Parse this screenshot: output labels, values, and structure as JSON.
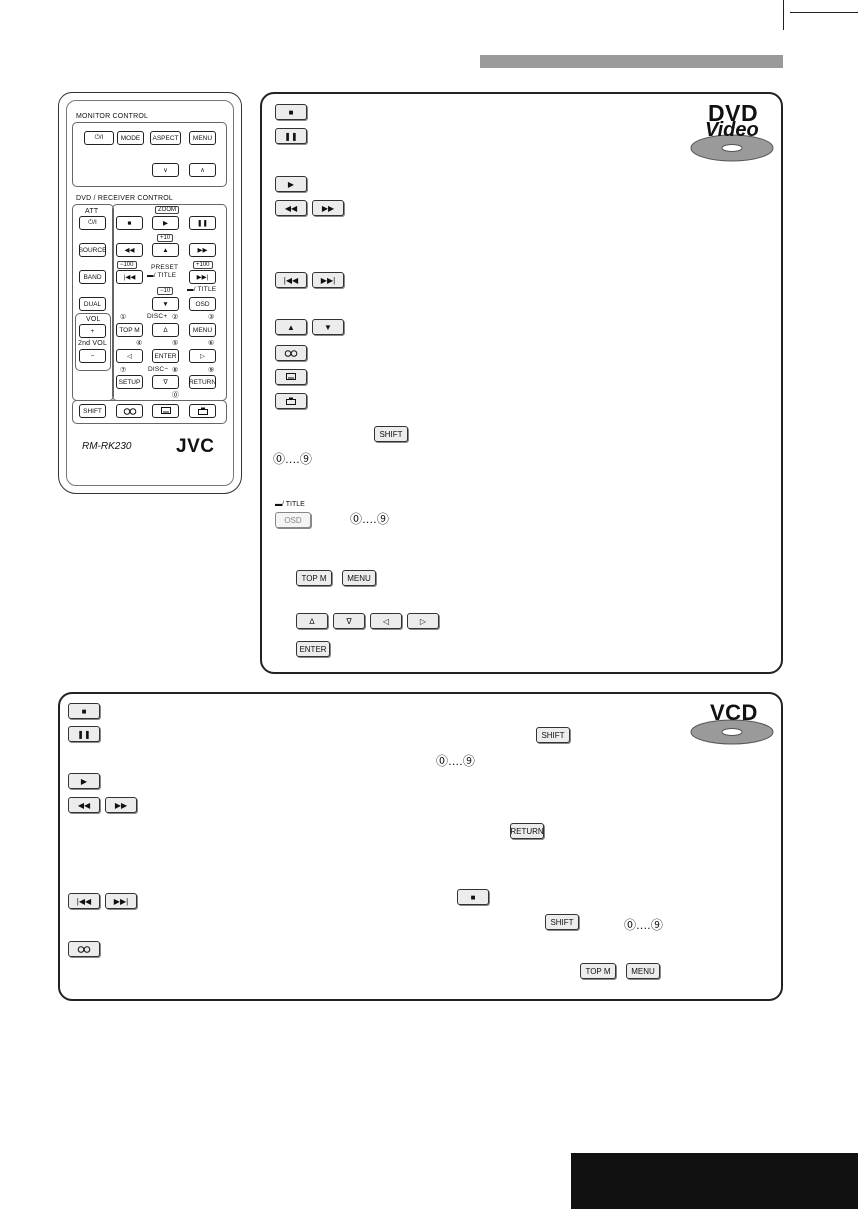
{
  "remote": {
    "monitor_control": "MONITOR CONTROL",
    "power": "⏻/I",
    "mode": "MODE",
    "aspect": "ASPECT",
    "menu": "MENU",
    "down": "∨",
    "up": "∧",
    "dvd_receiver_control": "DVD / RECEIVER CONTROL",
    "att": "ATT",
    "att_power": "⏻/I",
    "zoom": "ZOOM",
    "source": "SOURCE",
    "band": "BAND",
    "dual": "DUAL",
    "vol": "VOL",
    "vol_plus": "+",
    "second_vol": "2nd VOL",
    "vol_minus": "−",
    "plus10": "+10",
    "minus100": "−100",
    "plus100": "+100",
    "preset": "PRESET",
    "title_slash": "▬/ TITLE",
    "minus10": "−10",
    "title2": "▬/ TITLE",
    "osd": "OSD",
    "top_m": "TOP M",
    "disc_plus": "DISC+",
    "menu2": "MENU",
    "enter": "ENTER",
    "setup": "SETUP",
    "disc_minus": "DISC−",
    "return": "RETURN",
    "shift": "SHIFT",
    "n1": "①",
    "n2": "②",
    "n3": "③",
    "n4": "④",
    "n5": "⑤",
    "n6": "⑥",
    "n7": "⑦",
    "n8": "⑧",
    "n9": "⑨",
    "n0": "⓪",
    "model": "RM-RK230",
    "brand": "JVC"
  },
  "dvd": {
    "logo_top": "DVD",
    "logo_bottom": "Video",
    "shift": "SHIFT",
    "digits": "⓪....⑨",
    "title_label": "▬/ TITLE",
    "osd": "OSD",
    "digits2": "⓪....⑨",
    "top_m": "TOP M",
    "menu": "MENU",
    "enter": "ENTER"
  },
  "vcd": {
    "logo": "VCD",
    "shift": "SHIFT",
    "digits": "⓪....⑨",
    "return": "RETURN",
    "shift2": "SHIFT",
    "digits2": "⓪....⑨",
    "top_m": "TOP M",
    "menu": "MENU"
  },
  "icons": {
    "stop": "■",
    "pause": "❚❚",
    "play": "▶",
    "rew": "◀◀",
    "ff": "▶▶",
    "prev": "|◀◀",
    "next": "▶▶|",
    "up": "▲",
    "down": "▼",
    "cur_up": "∆",
    "cur_down": "∇",
    "cur_left": "◁",
    "cur_right": "▷"
  }
}
